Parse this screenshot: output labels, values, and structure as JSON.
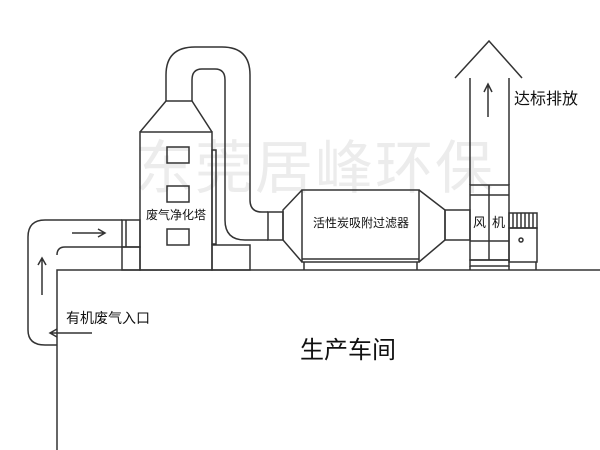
{
  "labels": {
    "tower": "废气净化塔",
    "filter": "活性炭吸附过滤器",
    "fan_1": "风",
    "fan_2": "机",
    "exhaust": "达标排放",
    "inlet": "有机废气入口",
    "workshop": "生产车间"
  },
  "watermark": "东莞居峰环保",
  "colors": {
    "line": "#333333",
    "watermark": "#e8e8e8"
  }
}
